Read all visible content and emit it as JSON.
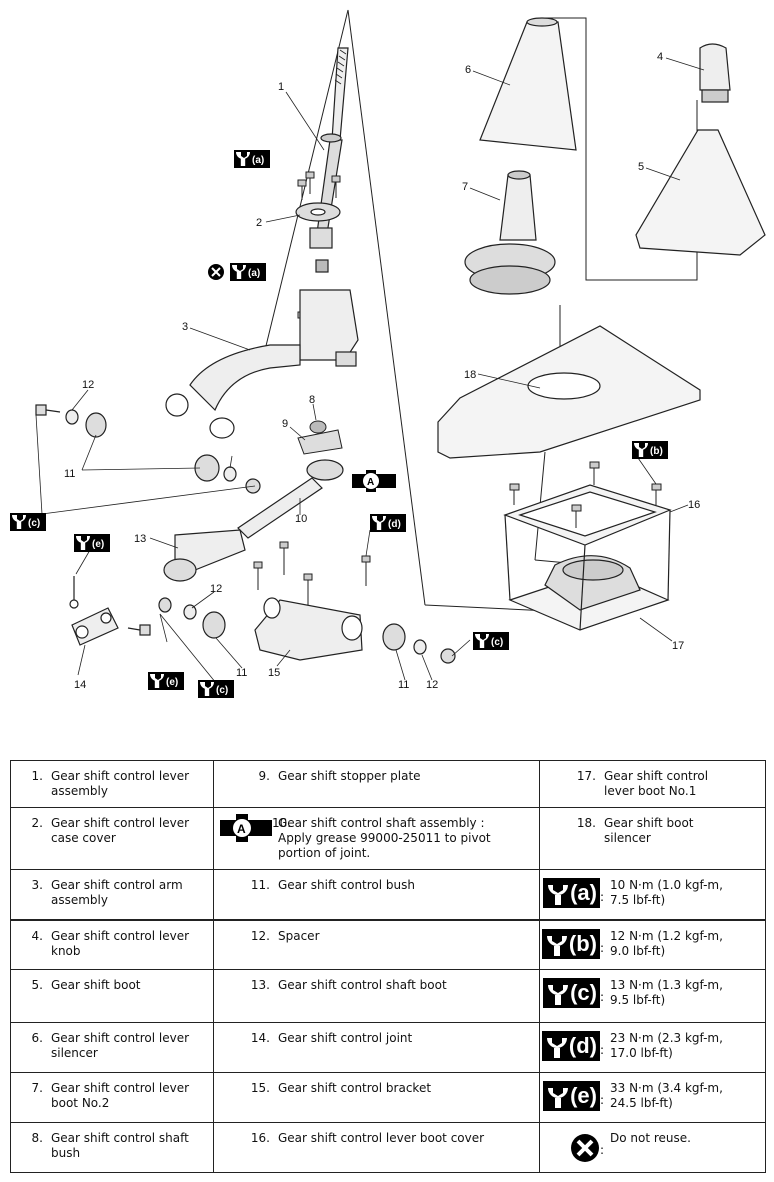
{
  "diagram": {
    "callouts": [
      "1",
      "2",
      "3",
      "4",
      "5",
      "6",
      "7",
      "8",
      "9",
      "10",
      "11",
      "11",
      "11",
      "12",
      "12",
      "12",
      "13",
      "14",
      "15",
      "16",
      "17",
      "18"
    ],
    "torque_tags": [
      "(a)",
      "(a)",
      "(b)",
      "(c)",
      "(c)",
      "(c)",
      "(d)",
      "(e)",
      "(e)"
    ],
    "grease_tag": "A"
  },
  "legend": {
    "rows": [
      {
        "c1": {
          "num": "1.",
          "text": "Gear shift control lever assembly"
        },
        "c2": {
          "num": "9.",
          "text": "Gear shift stopper plate"
        },
        "c3": {
          "num": "17.",
          "text": "Gear shift control lever boot No.1"
        }
      },
      {
        "c1": {
          "num": "2.",
          "text": "Gear shift control lever case cover"
        },
        "c2": {
          "num": "10.",
          "text": "Gear shift control shaft assembly : Apply grease 99000-25011 to pivot portion of joint.",
          "symbol": "A"
        },
        "c3": {
          "num": "18.",
          "text": "Gear shift boot silencer"
        }
      },
      {
        "c1": {
          "num": "3.",
          "text": "Gear shift control arm assembly"
        },
        "c2": {
          "num": "11.",
          "text": "Gear shift control bush"
        },
        "c3": {
          "sym": "(a)",
          "text": "10 N·m (1.0 kgf-m, 7.5 lbf-ft)"
        }
      },
      {
        "c1": {
          "num": "4.",
          "text": "Gear shift control lever knob"
        },
        "c2": {
          "num": "12.",
          "text": "Spacer"
        },
        "c3": {
          "sym": "(b)",
          "text": "12 N·m (1.2 kgf-m, 9.0 lbf-ft)"
        }
      },
      {
        "c1": {
          "num": "5.",
          "text": "Gear shift boot"
        },
        "c2": {
          "num": "13.",
          "text": "Gear shift control shaft boot"
        },
        "c3": {
          "sym": "(c)",
          "text": "13 N·m (1.3 kgf-m, 9.5 lbf-ft)"
        }
      },
      {
        "c1": {
          "num": "6.",
          "text": "Gear shift control lever silencer"
        },
        "c2": {
          "num": "14.",
          "text": "Gear shift control joint"
        },
        "c3": {
          "sym": "(d)",
          "text": "23 N·m (2.3 kgf-m, 17.0 lbf-ft)"
        }
      },
      {
        "c1": {
          "num": "7.",
          "text": "Gear shift control lever boot No.2"
        },
        "c2": {
          "num": "15.",
          "text": "Gear shift control bracket"
        },
        "c3": {
          "sym": "(e)",
          "text": "33 N·m (3.4 kgf-m, 24.5 lbf-ft)"
        }
      },
      {
        "c1": {
          "num": "8.",
          "text": "Gear shift control shaft bush"
        },
        "c2": {
          "num": "16.",
          "text": "Gear shift control lever boot cover"
        },
        "c3": {
          "sym": "x",
          "text": "Do not reuse."
        }
      }
    ]
  }
}
